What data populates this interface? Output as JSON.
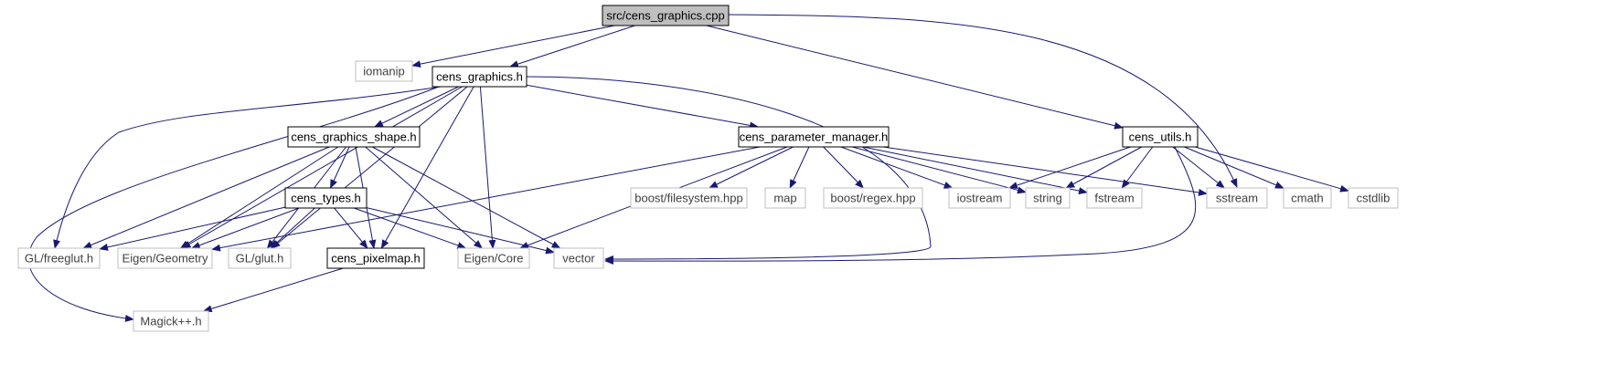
{
  "diagram": {
    "type": "include-dependency-graph",
    "colors": {
      "edge": "#191970",
      "node_border_local": "#000000",
      "node_border_external": "#bfbfbf",
      "root_fill": "#bfbfbf",
      "text_local": "#000000",
      "text_external": "#404040"
    },
    "nodes": [
      {
        "id": "root",
        "label": "src/cens_graphics.cpp",
        "kind": "root"
      },
      {
        "id": "iomanip",
        "label": "iomanip",
        "kind": "external"
      },
      {
        "id": "graphics_h",
        "label": "cens_graphics.h",
        "kind": "local"
      },
      {
        "id": "shape_h",
        "label": "cens_graphics_shape.h",
        "kind": "local"
      },
      {
        "id": "param_h",
        "label": "cens_parameter_manager.h",
        "kind": "local"
      },
      {
        "id": "utils_h",
        "label": "cens_utils.h",
        "kind": "local"
      },
      {
        "id": "types_h",
        "label": "cens_types.h",
        "kind": "local"
      },
      {
        "id": "pixelmap_h",
        "label": "cens_pixelmap.h",
        "kind": "local"
      },
      {
        "id": "freeglut",
        "label": "GL/freeglut.h",
        "kind": "external"
      },
      {
        "id": "geometry",
        "label": "Eigen/Geometry",
        "kind": "external"
      },
      {
        "id": "glut",
        "label": "GL/glut.h",
        "kind": "external"
      },
      {
        "id": "core",
        "label": "Eigen/Core",
        "kind": "external"
      },
      {
        "id": "vector",
        "label": "vector",
        "kind": "external"
      },
      {
        "id": "magick",
        "label": "Magick++.h",
        "kind": "external"
      },
      {
        "id": "fs",
        "label": "boost/filesystem.hpp",
        "kind": "external"
      },
      {
        "id": "map",
        "label": "map",
        "kind": "external"
      },
      {
        "id": "regex",
        "label": "boost/regex.hpp",
        "kind": "external"
      },
      {
        "id": "iostream",
        "label": "iostream",
        "kind": "external"
      },
      {
        "id": "string",
        "label": "string",
        "kind": "external"
      },
      {
        "id": "fstream",
        "label": "fstream",
        "kind": "external"
      },
      {
        "id": "sstream",
        "label": "sstream",
        "kind": "external"
      },
      {
        "id": "cmath",
        "label": "cmath",
        "kind": "external"
      },
      {
        "id": "cstdlib",
        "label": "cstdlib",
        "kind": "external"
      }
    ],
    "edges": [
      {
        "from": "root",
        "to": "iomanip"
      },
      {
        "from": "root",
        "to": "graphics_h"
      },
      {
        "from": "root",
        "to": "utils_h"
      },
      {
        "from": "root",
        "to": "sstream"
      },
      {
        "from": "graphics_h",
        "to": "shape_h"
      },
      {
        "from": "graphics_h",
        "to": "param_h"
      },
      {
        "from": "graphics_h",
        "to": "freeglut"
      },
      {
        "from": "graphics_h",
        "to": "geometry"
      },
      {
        "from": "graphics_h",
        "to": "glut"
      },
      {
        "from": "graphics_h",
        "to": "pixelmap_h"
      },
      {
        "from": "graphics_h",
        "to": "core"
      },
      {
        "from": "graphics_h",
        "to": "vector"
      },
      {
        "from": "graphics_h",
        "to": "magick"
      },
      {
        "from": "shape_h",
        "to": "types_h"
      },
      {
        "from": "shape_h",
        "to": "freeglut"
      },
      {
        "from": "shape_h",
        "to": "geometry"
      },
      {
        "from": "shape_h",
        "to": "glut"
      },
      {
        "from": "shape_h",
        "to": "pixelmap_h"
      },
      {
        "from": "shape_h",
        "to": "core"
      },
      {
        "from": "shape_h",
        "to": "vector"
      },
      {
        "from": "types_h",
        "to": "freeglut"
      },
      {
        "from": "types_h",
        "to": "geometry"
      },
      {
        "from": "types_h",
        "to": "glut"
      },
      {
        "from": "types_h",
        "to": "pixelmap_h"
      },
      {
        "from": "types_h",
        "to": "core"
      },
      {
        "from": "types_h",
        "to": "vector"
      },
      {
        "from": "pixelmap_h",
        "to": "magick"
      },
      {
        "from": "param_h",
        "to": "geometry"
      },
      {
        "from": "param_h",
        "to": "core"
      },
      {
        "from": "param_h",
        "to": "fs"
      },
      {
        "from": "param_h",
        "to": "map"
      },
      {
        "from": "param_h",
        "to": "regex"
      },
      {
        "from": "param_h",
        "to": "iostream"
      },
      {
        "from": "param_h",
        "to": "string"
      },
      {
        "from": "param_h",
        "to": "fstream"
      },
      {
        "from": "param_h",
        "to": "sstream"
      },
      {
        "from": "utils_h",
        "to": "iostream"
      },
      {
        "from": "utils_h",
        "to": "string"
      },
      {
        "from": "utils_h",
        "to": "fstream"
      },
      {
        "from": "utils_h",
        "to": "sstream"
      },
      {
        "from": "utils_h",
        "to": "cmath"
      },
      {
        "from": "utils_h",
        "to": "cstdlib"
      },
      {
        "from": "utils_h",
        "to": "vector"
      }
    ]
  }
}
